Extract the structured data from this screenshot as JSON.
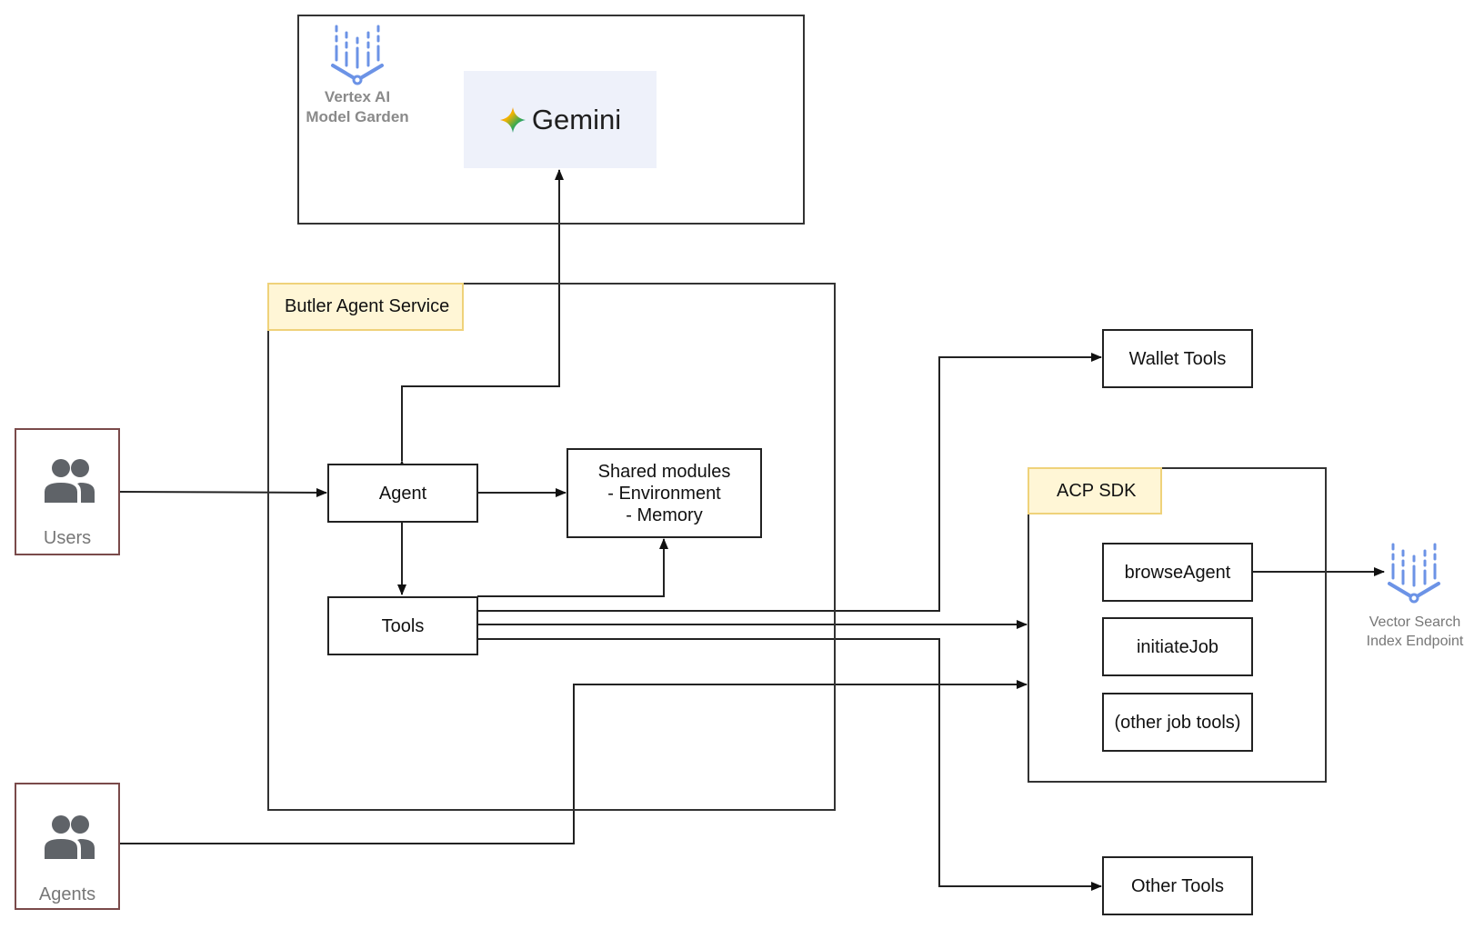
{
  "model_garden": {
    "label": "Vertex AI\nModel Garden",
    "model_name": "Gemini"
  },
  "butler_service": {
    "title": "Butler Agent Service"
  },
  "agent": {
    "label": "Agent"
  },
  "shared_modules": {
    "label": "Shared modules\n- Environment\n- Memory"
  },
  "tools": {
    "label": "Tools"
  },
  "users": {
    "label": "Users"
  },
  "agents": {
    "label": "Agents"
  },
  "wallet_tools": {
    "label": "Wallet Tools"
  },
  "acp_sdk": {
    "title": "ACP SDK",
    "items": [
      "browseAgent",
      "initiateJob",
      "(other job tools)"
    ]
  },
  "other_tools": {
    "label": "Other Tools"
  },
  "vector_search": {
    "label": "Vector Search\nIndex Endpoint"
  },
  "colors": {
    "tag_fill": "#fff6d6",
    "tag_border": "#efd27a",
    "gemini_card": "#eef1fa",
    "vertex_icon": "#6c93e6"
  }
}
